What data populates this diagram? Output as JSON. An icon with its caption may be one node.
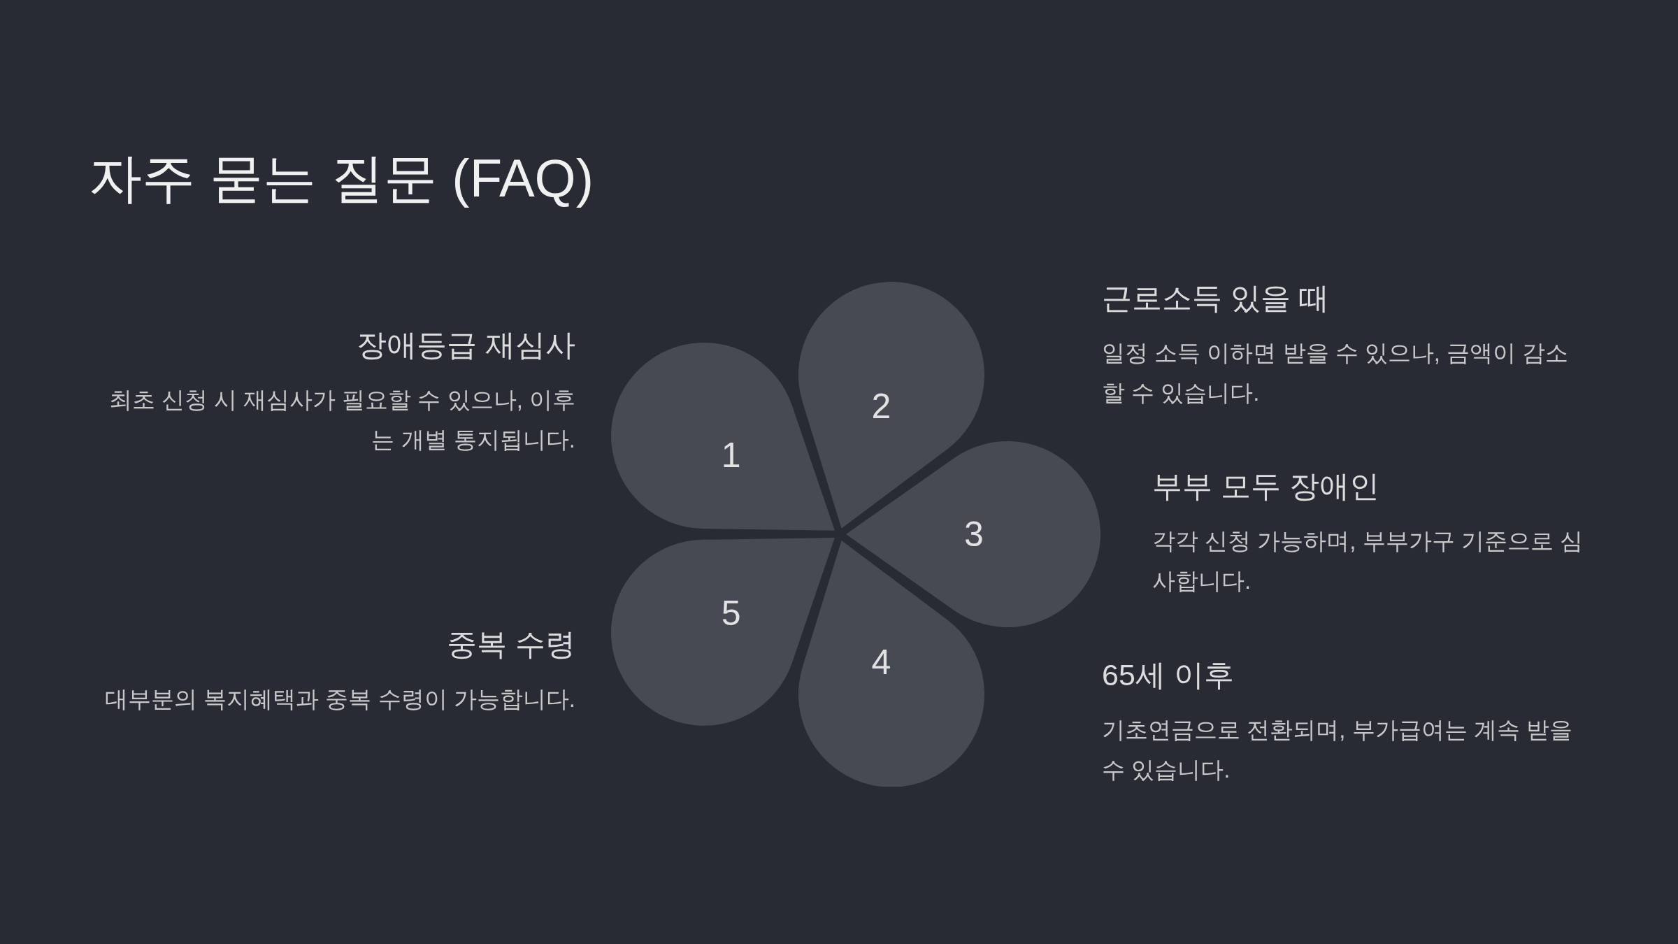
{
  "diagram": {
    "title": "자주 묻는 질문 (FAQ)",
    "nodes": [
      {
        "text": [
          "1"
        ],
        "beside": [
          "장애등급 재심사",
          "최초 신청 시 재심사가 필요할 수 있으나, 이후는 개별 통지됩니다."
        ]
      },
      {
        "text": [
          "2"
        ],
        "beside": [
          "근로소득 있을 때",
          "일정 소득 이하면 받을 수 있으나, 금액이 감소할 수 있습니다."
        ]
      },
      {
        "text": [
          "3"
        ],
        "beside": [
          "부부 모두 장애인",
          "각각 신청 가능하며, 부부가구 기준으로 심사합니다."
        ]
      },
      {
        "text": [
          "4"
        ],
        "beside": [
          "65세 이후",
          "기초연금으로 전환되며, 부가급여는 계속 받을 수 있습니다."
        ]
      },
      {
        "text": [
          "5"
        ],
        "beside": [
          "중복 수령",
          "대부분의 복지혜택과 중복 수령이 가능합니다."
        ]
      }
    ]
  }
}
